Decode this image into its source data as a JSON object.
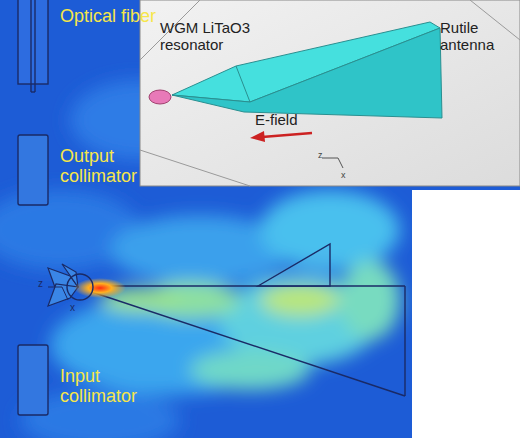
{
  "diagram": {
    "labels": [
      "Optical fiber",
      "Output collimator",
      "WGM LiTaO3 resonator",
      "Rutile antenna",
      "E-field",
      "z",
      "x",
      "z",
      "x",
      "Input collimator"
    ]
  }
}
